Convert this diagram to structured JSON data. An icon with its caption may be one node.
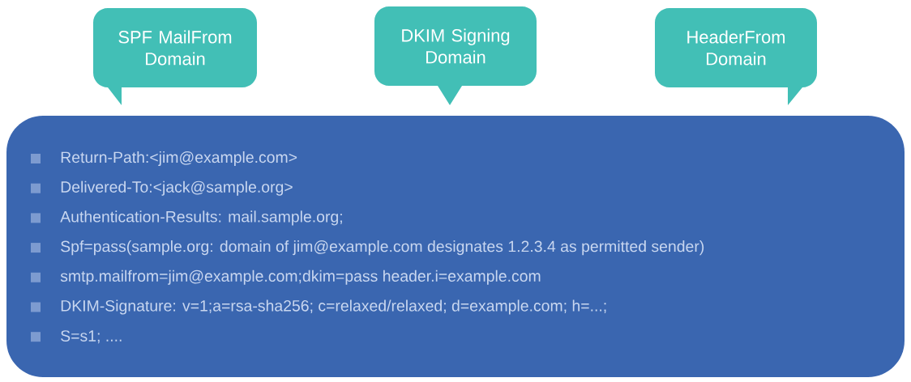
{
  "diagram": {
    "nodes": [
      {
        "text": [
          "SPF MailFrom Domain"
        ]
      },
      {
        "text": [
          "DKIM Signing Domain"
        ]
      },
      {
        "text": [
          "HeaderFrom Domain"
        ]
      },
      {
        "text": [
          "Return-Path:<jim@example.com>",
          "Delivered-To:<jack@sample.org>",
          "Authentication-Results: mail.sample.org;",
          "Spf=pass(sample.org: domain of jim@example.com designates 1.2.3.4 as permitted sender)",
          "smtp.mailfrom=jim@example.com;dkim=pass header.i=example.com",
          "DKIM-Signature: v=1;a=rsa-sha256; c=relaxed/relaxed; d=example.com; h=...;",
          "S=s1; ...."
        ]
      }
    ]
  }
}
